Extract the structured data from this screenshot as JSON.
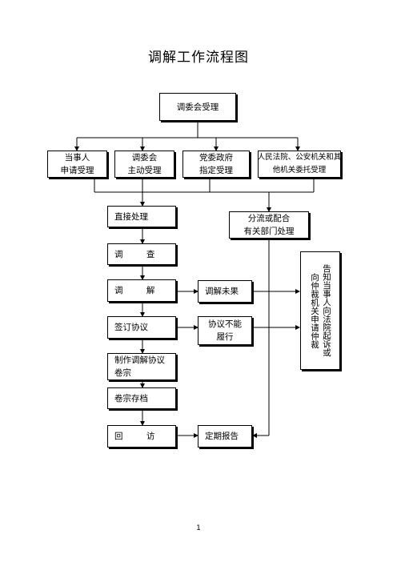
{
  "title": "调解工作流程图",
  "nodes": {
    "committee": "调委会受理",
    "party": [
      "当事人",
      "申请受理"
    ],
    "active": [
      "调委会",
      "主动受理"
    ],
    "party_gov": [
      "党委政府",
      "指定受理"
    ],
    "courts": [
      "人民法院、公安机关和其",
      "他机关委托受理"
    ],
    "direct": "直接处理",
    "divert": [
      "分流或配合",
      "有关部门处理"
    ],
    "investigate": "调 查",
    "mediate": "调 解",
    "fail": "调解未果",
    "sign": "签订协议",
    "cannot": [
      "协议不能",
      "履行"
    ],
    "make_doc": [
      "制作调解协议",
      "卷宗"
    ],
    "archive": "卷宗存档",
    "revisit": "回 访",
    "report": "定期报告",
    "inform": [
      "告知当事人向法院起诉或",
      "向仲裁机关申请仲裁"
    ]
  },
  "page_number": "1"
}
